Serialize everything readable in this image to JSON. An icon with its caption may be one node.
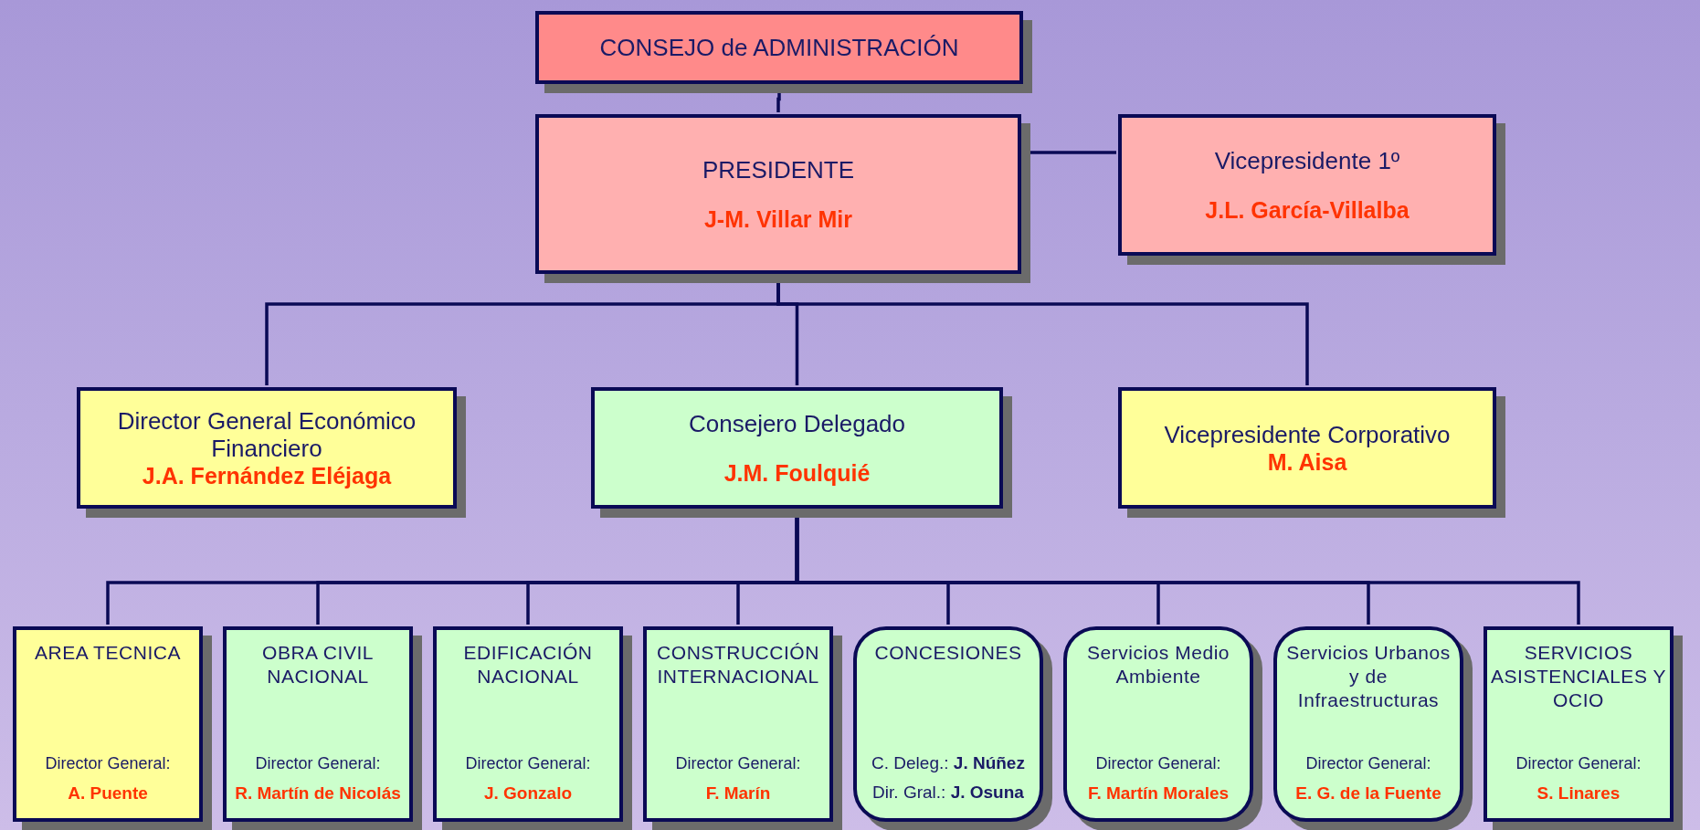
{
  "diagram": {
    "nodes": [
      {
        "text": [
          "CONSEJO de ADMINISTRACIÓN"
        ]
      },
      {
        "text": [
          "PRESIDENTE",
          "J-M. Villar Mir"
        ]
      },
      {
        "text": [
          "Vicepresidente 1º",
          "J.L. García-Villalba"
        ]
      },
      {
        "text": [
          "Director General Económico Financiero",
          "J.A. Fernández Eléjaga"
        ]
      },
      {
        "text": [
          "Consejero Delegado",
          "J.M. Foulquié"
        ]
      },
      {
        "text": [
          "Vicepresidente Corporativo",
          "M. Aisa"
        ]
      },
      {
        "text": [
          "AREA TECNICA",
          "Director General:",
          "A. Puente"
        ]
      },
      {
        "text": [
          "OBRA CIVIL NACIONAL",
          "Director General:",
          "R. Martín de Nicolás"
        ]
      },
      {
        "text": [
          "EDIFICACIÓN NACIONAL",
          "Director General:",
          "J. Gonzalo"
        ]
      },
      {
        "text": [
          "CONSTRUCCIÓN INTERNACIONAL",
          "Director General:",
          "F. Marín"
        ]
      },
      {
        "text": [
          "CONCESIONES",
          "C. Deleg.: **J. Núñez**",
          "Dir. Gral.: **J. Osuna**"
        ]
      },
      {
        "text": [
          "Servicios Medio Ambiente",
          "Director General:",
          "F. Martín Morales"
        ]
      },
      {
        "text": [
          "Servicios Urbanos y de Infraestructuras",
          "Director General:",
          "E. G. de la Fuente"
        ]
      },
      {
        "text": [
          "SERVICIOS ASISTENCIALES Y OCIO",
          "Director General:",
          "S. Linares"
        ]
      }
    ],
    "edges": [
      {
        "from": 0,
        "to": 1,
        "arrow": "none"
      },
      {
        "from": 1,
        "to": 2,
        "arrow": "none"
      },
      {
        "from": 1,
        "to": 3,
        "arrow": "none"
      },
      {
        "from": 1,
        "to": 4,
        "arrow": "none"
      },
      {
        "from": 1,
        "to": 5,
        "arrow": "none"
      },
      {
        "from": 4,
        "to": 6,
        "arrow": "none"
      },
      {
        "from": 4,
        "to": 7,
        "arrow": "none"
      },
      {
        "from": 4,
        "to": 8,
        "arrow": "none"
      },
      {
        "from": 4,
        "to": 9,
        "arrow": "none"
      },
      {
        "from": 4,
        "to": 10,
        "arrow": "none"
      },
      {
        "from": 4,
        "to": 11,
        "arrow": "none"
      },
      {
        "from": 4,
        "to": 12,
        "arrow": "none"
      },
      {
        "from": 4,
        "to": 13,
        "arrow": "none"
      }
    ]
  }
}
